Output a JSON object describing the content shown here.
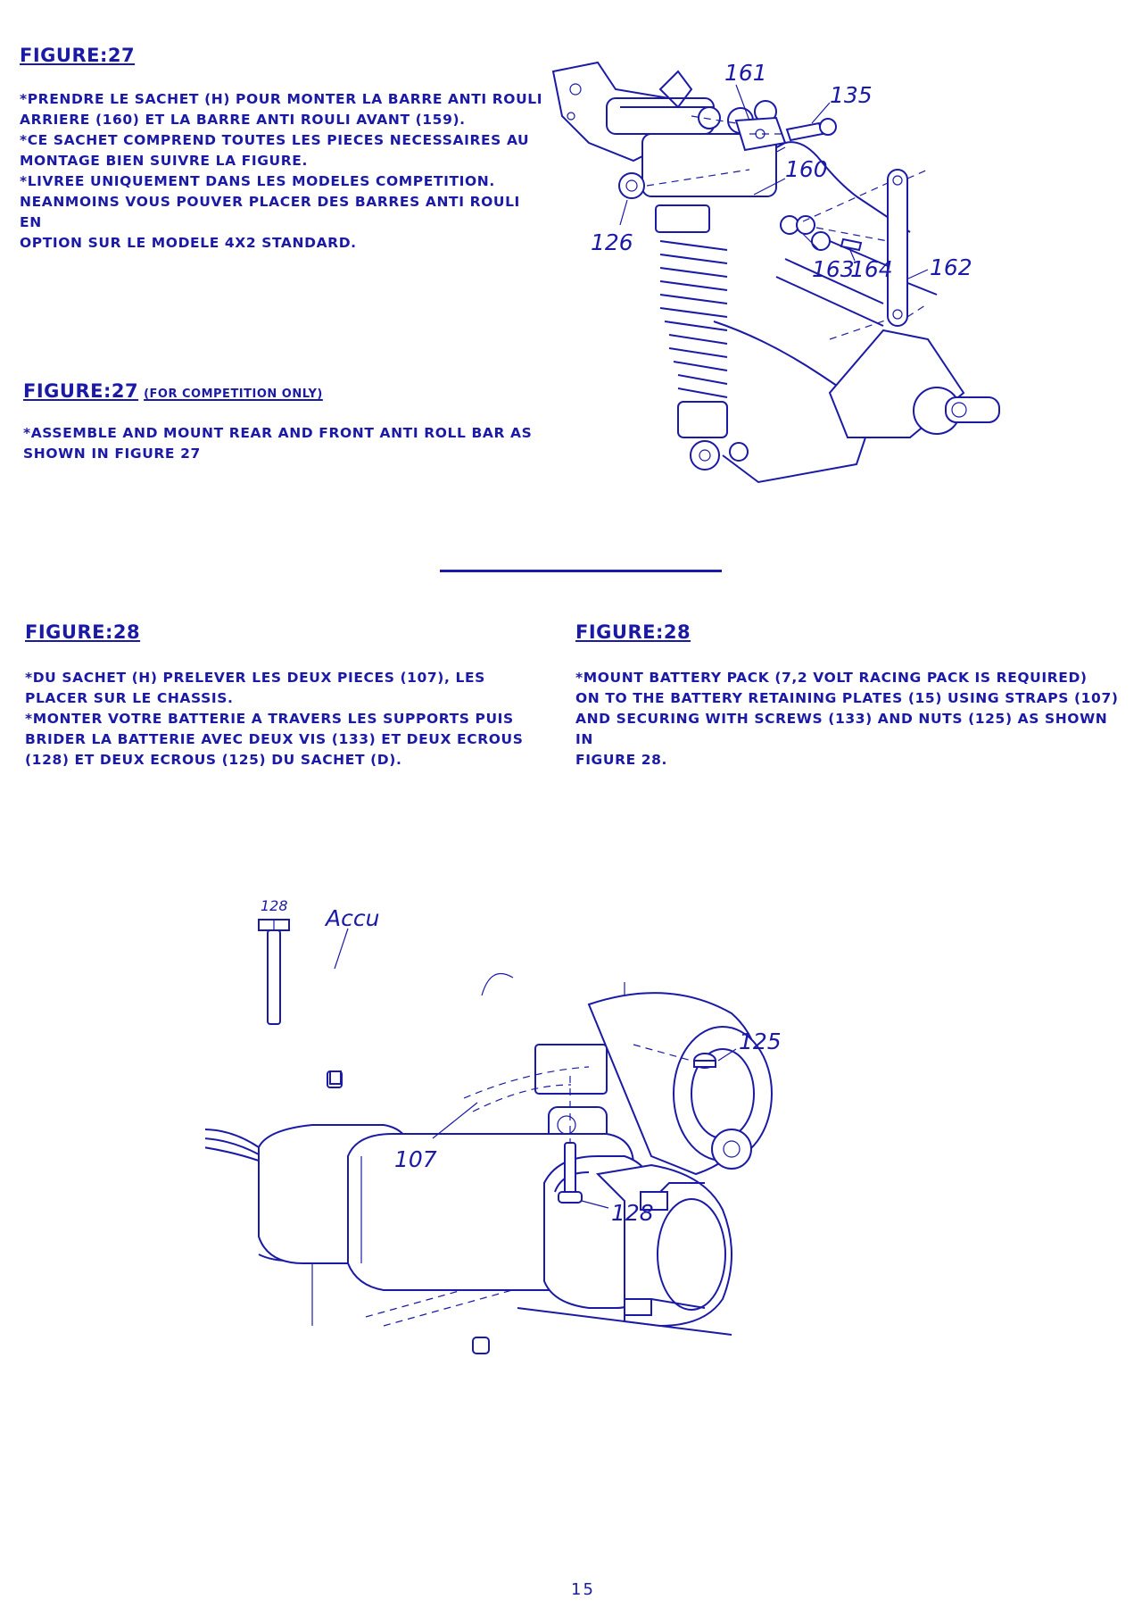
{
  "fig27_fr": {
    "heading": "FIGURE:27",
    "text": "*PRENDRE LE SACHET (H) POUR MONTER LA BARRE ANTI ROULI\nARRIERE (160) ET LA BARRE ANTI ROULI AVANT (159).\n*CE SACHET COMPREND TOUTES LES PIECES NECESSAIRES AU\nMONTAGE BIEN SUIVRE LA FIGURE.\n*LIVREE UNIQUEMENT DANS LES MODELES COMPETITION.\nNEANMOINS VOUS POUVER PLACER DES BARRES ANTI ROULI EN\nOPTION SUR LE MODELE 4X2 STANDARD."
  },
  "fig27_en": {
    "heading": "FIGURE:27",
    "heading_note": "(FOR COMPETITION ONLY)",
    "text": "*ASSEMBLE AND MOUNT REAR AND FRONT ANTI ROLL BAR AS\nSHOWN IN FIGURE 27"
  },
  "fig28_fr": {
    "heading": "FIGURE:28",
    "text": "*DU SACHET (H) PRELEVER LES DEUX PIECES (107), LES\nPLACER SUR LE CHASSIS.\n*MONTER VOTRE BATTERIE A TRAVERS LES SUPPORTS PUIS\nBRIDER LA BATTERIE AVEC DEUX VIS (133) ET DEUX ECROUS\n(128) ET DEUX ECROUS (125)  DU SACHET (D)."
  },
  "fig28_en": {
    "heading": "FIGURE:28",
    "text": "*MOUNT BATTERY PACK (7,2 VOLT RACING PACK IS REQUIRED)\nON TO THE BATTERY RETAINING PLATES (15) USING STRAPS (107)\nAND SECURING WITH SCREWS (133) AND NUTS (125) AS SHOWN IN\nFIGURE 28."
  },
  "diagram27_labels": {
    "l161": "161",
    "l135": "135",
    "l160": "160",
    "l126": "126",
    "l163": "163",
    "l164": "164",
    "l162": "162"
  },
  "diagram28_labels": {
    "l128_top": "128",
    "accu": "Accu",
    "l125": "125",
    "l107": "107",
    "l128_bottom": "128"
  },
  "page_number": "15",
  "colors": {
    "ink": "#1a1aa6",
    "paper": "#ffffff"
  }
}
